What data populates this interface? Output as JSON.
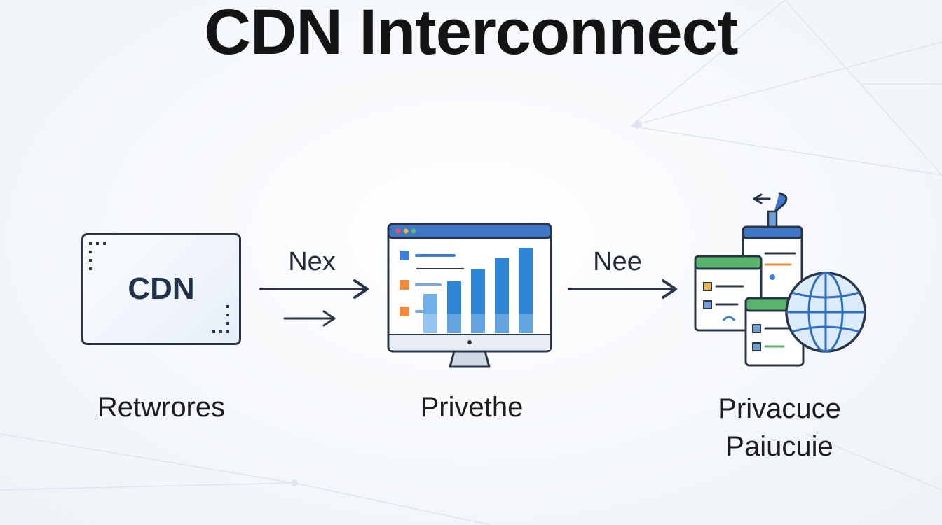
{
  "title": "CDN Interconnect",
  "nodes": [
    {
      "box_text": "CDN",
      "label": "Retwrores",
      "icon": "cdn-box-icon"
    },
    {
      "label": "Privethe",
      "icon": "monitor-chart-icon"
    },
    {
      "label_line1": "Privacuce",
      "label_line2": "Paiucuie",
      "icon": "forms-globe-icon"
    }
  ],
  "arrows": [
    {
      "label": "Nex"
    },
    {
      "label": "Nee"
    }
  ],
  "colors": {
    "outline": "#2b3548",
    "bar_blue": "#2f86d6",
    "bar_light": "#6fb2ea",
    "orange": "#f08a3c",
    "green": "#58b46a",
    "monitor_top": "#3f76c8"
  }
}
